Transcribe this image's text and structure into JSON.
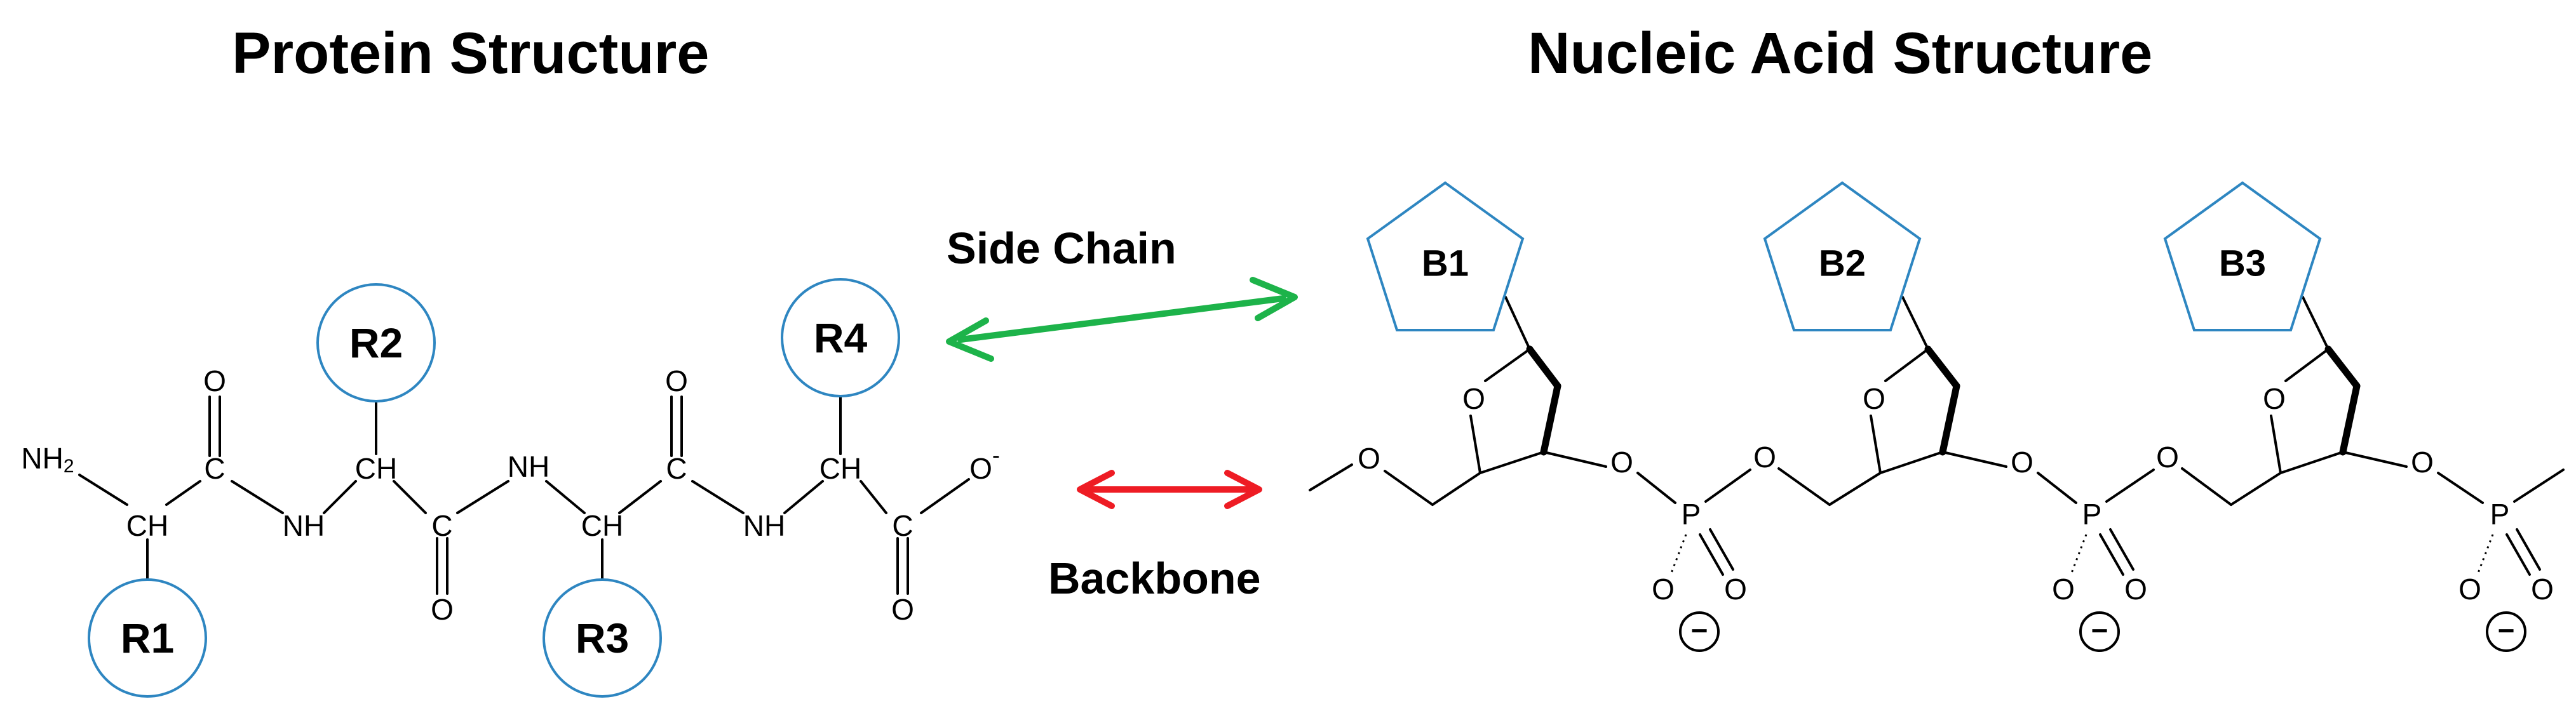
{
  "titles": {
    "protein": "Protein Structure",
    "nucleic": "Nucleic Acid Structure"
  },
  "labels": {
    "side_chain": "Side Chain",
    "backbone": "Backbone"
  },
  "colors": {
    "side_chain_arrow": "#1db34a",
    "backbone_arrow": "#ee1c24",
    "residue_outline": "#2e86c1"
  },
  "protein": {
    "residues": [
      "R1",
      "R2",
      "R3",
      "R4"
    ],
    "atoms": {
      "amine": "NH",
      "amine_sub": "2",
      "ch": "CH",
      "c": "C",
      "o": "O",
      "nh": "NH",
      "carboxylate_o": "O",
      "carboxylate_charge": "-"
    }
  },
  "nucleic": {
    "bases": [
      "B1",
      "B2",
      "B3"
    ],
    "atoms": {
      "o": "O",
      "p": "P",
      "charge": "−"
    }
  }
}
